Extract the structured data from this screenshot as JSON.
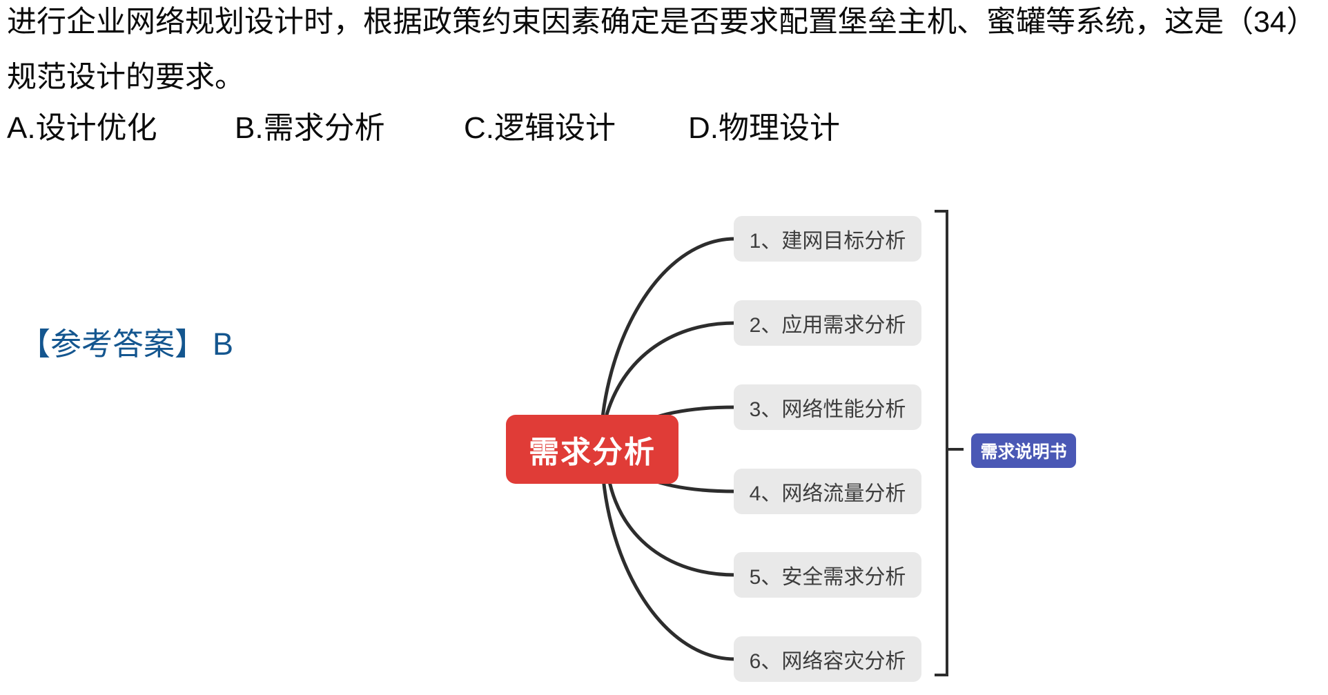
{
  "question": {
    "lines": [
      "进行企业网络规划设计时，根据政策约束因素确定是否要求配置堡垒主机、蜜罐等系统，这是（34）",
      "规范设计的要求。"
    ]
  },
  "options": [
    "A.设计优化",
    "B.需求分析",
    "C.逻辑设计",
    "D.物理设计"
  ],
  "answer": {
    "prefix": "【参考答案】",
    "value": "B",
    "color": "#14568f"
  },
  "diagram": {
    "root": {
      "label": "需求分析",
      "bg": "#e03c37",
      "text_color": "#ffffff"
    },
    "branches": [
      {
        "label": "1、建网目标分析"
      },
      {
        "label": "2、应用需求分析"
      },
      {
        "label": "3、网络性能分析"
      },
      {
        "label": "4、网络流量分析"
      },
      {
        "label": "5、安全需求分析"
      },
      {
        "label": "6、网络容灾分析"
      }
    ],
    "branch_style": {
      "bg": "#e9e9e9",
      "text_color": "#3d3d3d"
    },
    "output": {
      "label": "需求说明书",
      "bg": "#4a58b5",
      "text_color": "#ffffff"
    },
    "connector_color": "#2d2d2d"
  }
}
